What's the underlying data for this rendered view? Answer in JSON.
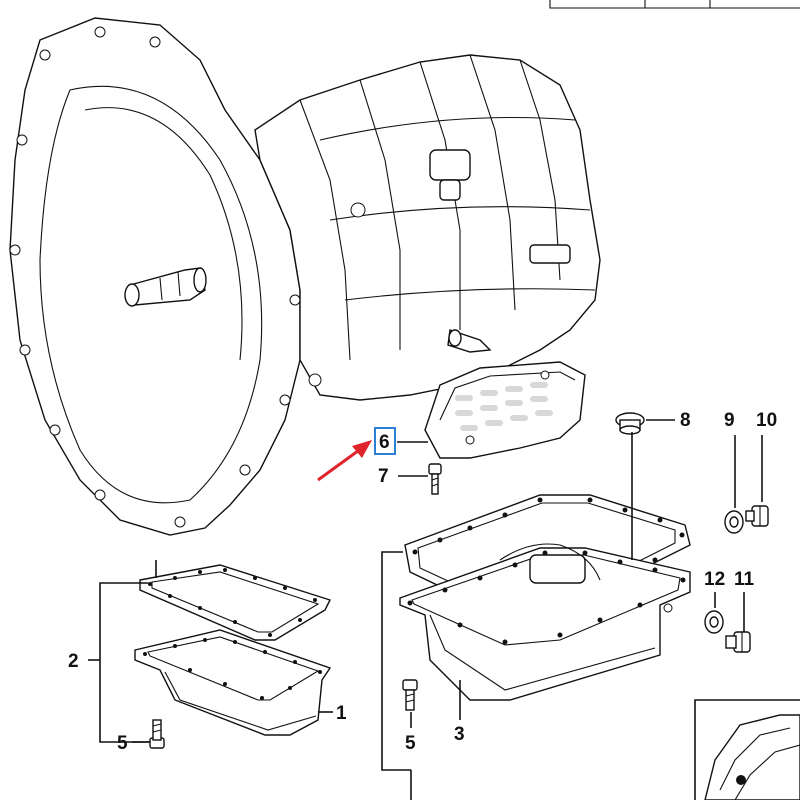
{
  "diagram": {
    "callouts": [
      {
        "id": "p1",
        "text": "1"
      },
      {
        "id": "p2",
        "text": "2"
      },
      {
        "id": "p3",
        "text": "3"
      },
      {
        "id": "p5a",
        "text": "5"
      },
      {
        "id": "p5b",
        "text": "5"
      },
      {
        "id": "p6",
        "text": "6",
        "highlighted": true
      },
      {
        "id": "p7",
        "text": "7"
      },
      {
        "id": "p8",
        "text": "8"
      },
      {
        "id": "p9",
        "text": "9"
      },
      {
        "id": "p10",
        "text": "10"
      },
      {
        "id": "p11",
        "text": "11"
      },
      {
        "id": "p12",
        "text": "12"
      }
    ],
    "highlight_color": "#2a7fd6",
    "arrow_color": "#e0242b"
  }
}
